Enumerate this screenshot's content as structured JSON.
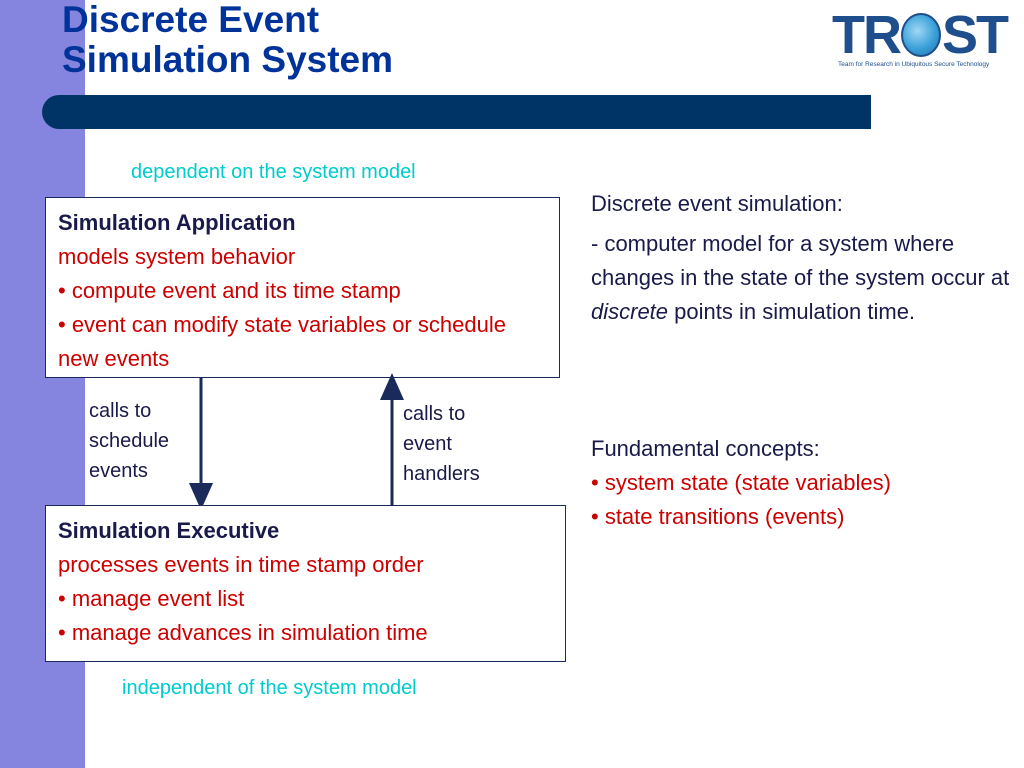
{
  "slide": {
    "title_line1": "Discrete Event",
    "title_line2": "Simulation System",
    "logo": {
      "word": "TROST",
      "tagline": "Team for Research in Ubiquitous Secure Technology"
    },
    "top_note": "dependent on the system model",
    "bottom_note": "independent of the system model",
    "app_box": {
      "heading": "Simulation Application",
      "subheading": "models system behavior",
      "bullets": [
        "• compute event and its time stamp",
        "• event can modify state variables or schedule new events"
      ]
    },
    "exec_box": {
      "heading": "Simulation Executive",
      "subheading": "processes events in time stamp order",
      "bullets": [
        "• manage event list",
        "• manage advances in simulation time"
      ]
    },
    "left_arrow_label": [
      "calls to",
      "schedule",
      "events"
    ],
    "right_arrow_label": [
      "calls to",
      "event",
      "handlers"
    ],
    "right_panel": {
      "intro": "Discrete event simulation:",
      "definition_before": "- computer model for a system where changes in the state of the system occur at ",
      "definition_emph": "discrete",
      "definition_after": " points in simulation time.",
      "concepts_heading": "Fundamental concepts:",
      "concepts": [
        "• system state (state variables)",
        "• state transitions (events)"
      ]
    }
  },
  "colors": {
    "title": "#003399",
    "band": "#8585e0",
    "bar": "#003366",
    "note": "#00cccc",
    "emphasis": "#cc0000"
  }
}
